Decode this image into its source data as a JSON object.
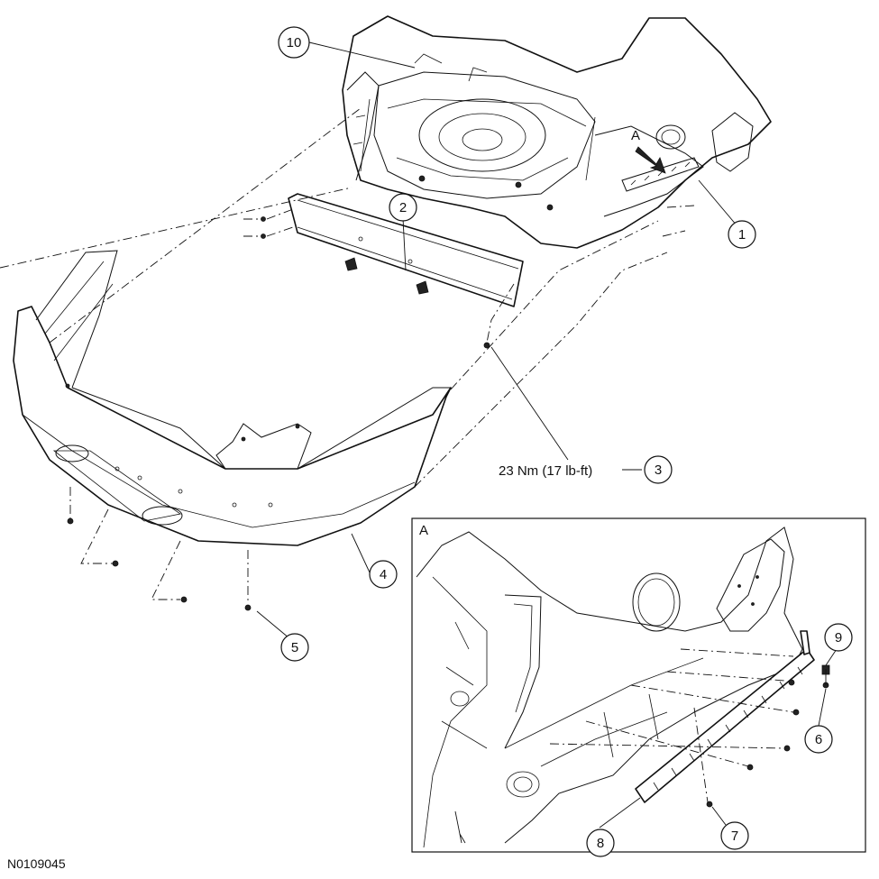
{
  "callouts": {
    "c1": "1",
    "c2": "2",
    "c3": "3",
    "c4": "4",
    "c5": "5",
    "c6": "6",
    "c7": "7",
    "c8": "8",
    "c9": "9",
    "c10": "10"
  },
  "torque_spec": "23 Nm (17 lb-ft)",
  "view_label": "A",
  "detail_view_label": "A",
  "figure_id": "N0109045"
}
